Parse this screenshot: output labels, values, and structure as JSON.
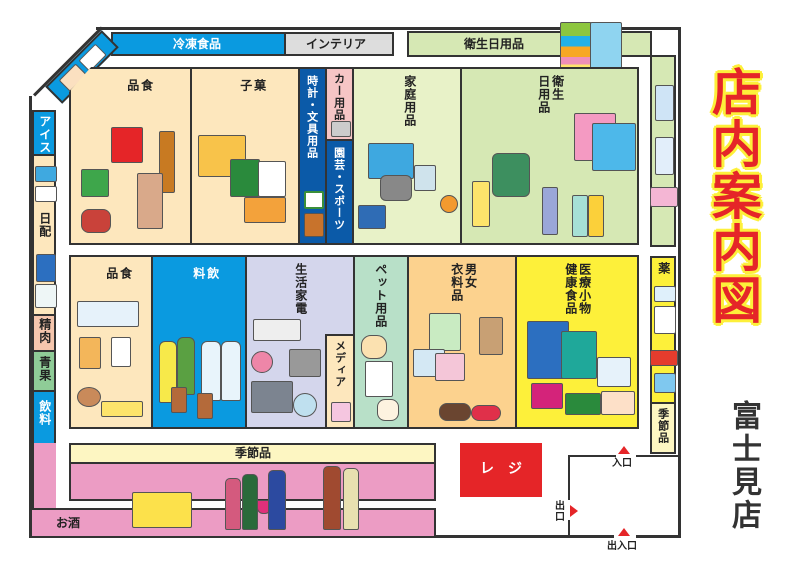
{
  "title": "店内案内図",
  "store_name": "富士見店",
  "perimeter": {
    "frozen": "冷凍食品",
    "interior": "インテリア",
    "hygiene": "衛生日用品",
    "ice": "アイス",
    "daily": "日配",
    "meat": "精肉",
    "produce": "青果",
    "drinks": "飲料",
    "alcohol": "お酒",
    "medicine": "薬",
    "seasonal_right": "季節品"
  },
  "top_row": {
    "food": "食\n品",
    "snacks": "菓\n子",
    "stationery": "時計・文具用品",
    "car": "カー用品",
    "garden": "園芸・スポーツ",
    "household": "家庭用品",
    "hygiene": "衛生\n日用品"
  },
  "bottom_row": {
    "food": "食\n品",
    "drinks": "飲\n料",
    "appliances": "生活家電",
    "media": "メディア",
    "pet": "ペット用品",
    "clothing": "男女\n衣料品",
    "medical": "医療小物\n健康食品"
  },
  "seasonal_shelf": "季節品",
  "register": "レ　ジ",
  "exits": {
    "entrance": "入口",
    "exit": "出口",
    "entrance_exit": "出入口"
  },
  "colors": {
    "blue": "#0a9ae0",
    "dark_blue": "#0b5aa8",
    "cream": "#fde7bd",
    "green": "#d6e8b4",
    "pink": "#ec9cc4",
    "yellow": "#fdf03a",
    "red": "#e52528"
  }
}
